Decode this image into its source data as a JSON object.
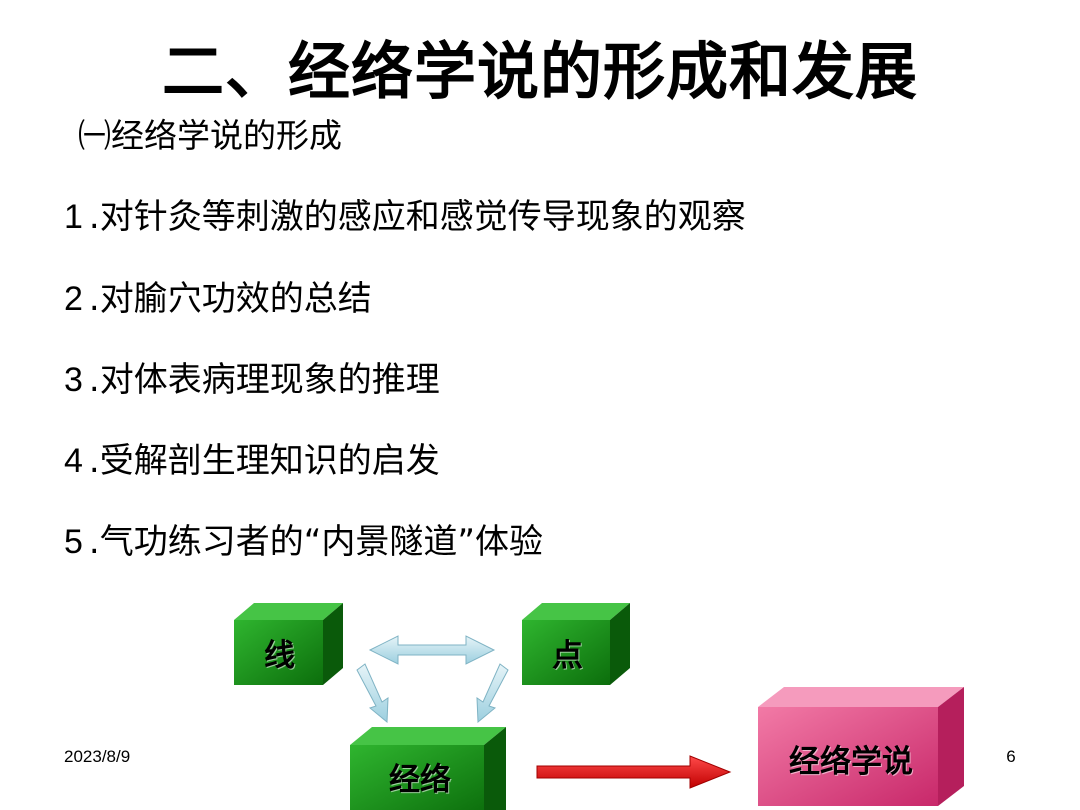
{
  "slide": {
    "title": "二、经络学说的形成和发展",
    "subtitle": "㈠经络学说的形成",
    "items": [
      {
        "num": "1",
        "text": ".对针灸等刺激的感应和感觉传导现象的观察"
      },
      {
        "num": "2",
        "text": ".对腧穴功效的总结"
      },
      {
        "num": "3",
        "text": ".对体表病理现象的推理"
      },
      {
        "num": "4",
        "text": ".受解剖生理知识的启发"
      },
      {
        "num": "5",
        "text": ".气功练习者的“内景隧道”体验"
      }
    ]
  },
  "diagram": {
    "boxes": {
      "line": "线",
      "point": "点",
      "meridian": "经络",
      "theory": "经络学说"
    },
    "colors": {
      "green_box": "#1a9a1a",
      "pink_box": "#e8548a",
      "arrow_light": "#bfe3ee",
      "arrow_red": "#e81010"
    }
  },
  "footer": {
    "date": "2023/8/9",
    "page": "6"
  }
}
